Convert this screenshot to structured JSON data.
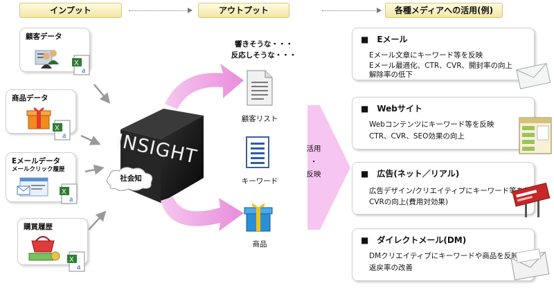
{
  "headers": {
    "input": "インプット",
    "output": "アウトプット",
    "media": "各種メディアへの活用(例)"
  },
  "inputs": [
    {
      "label": "顧客データ"
    },
    {
      "label": "商品データ"
    },
    {
      "label": "Eメールデータ",
      "sublabel": "メールクリック履歴"
    },
    {
      "label": "購買履歴"
    }
  ],
  "insight": {
    "cube_text": "INSIGHT",
    "cloud_text": "社会知"
  },
  "outputs": {
    "note_line1": "響きそうな・・・",
    "note_line2": "反応しそうな・・・",
    "items": [
      "顧客リスト",
      "キーワード",
      "商品"
    ]
  },
  "apply_arrow": {
    "line1": "活用",
    "line2": "・",
    "line3": "反映"
  },
  "media": [
    {
      "title": "■　Eメール",
      "lines": [
        "Eメール文章にキーワード等を反映",
        "Eメール最適化、CTR、CVR、開封率の向上",
        "解除率の低下"
      ]
    },
    {
      "title": "■　Webサイト",
      "lines": [
        "Webコンテンツにキーワード等を反映",
        "CTR、CVR、SEO効果の向上"
      ]
    },
    {
      "title": "■　広告(ネット／リアル)",
      "lines": [
        "広告デザイン/クリエイティブにキーワード等を反映",
        "CVRの向上(費用対効果)"
      ]
    },
    {
      "title": "■　ダイレクトメール(DM)",
      "lines": [
        "DMクリエイティブにキーワードや商品を反映",
        "返戻率の改善"
      ]
    }
  ],
  "colors": {
    "header_bg": "#f3e5a6",
    "arc": "#f2a6ea",
    "apply_arrow": "#f7c6f0",
    "cube": "#1a1a1a"
  },
  "icons": [
    "customers-icon",
    "gift-icon",
    "email-window-icon",
    "shopping-basket-icon",
    "excel-icon",
    "document-icon",
    "keyword-list-icon",
    "envelope-icon",
    "website-icon",
    "billboard-icon",
    "dm-envelope-icon"
  ]
}
